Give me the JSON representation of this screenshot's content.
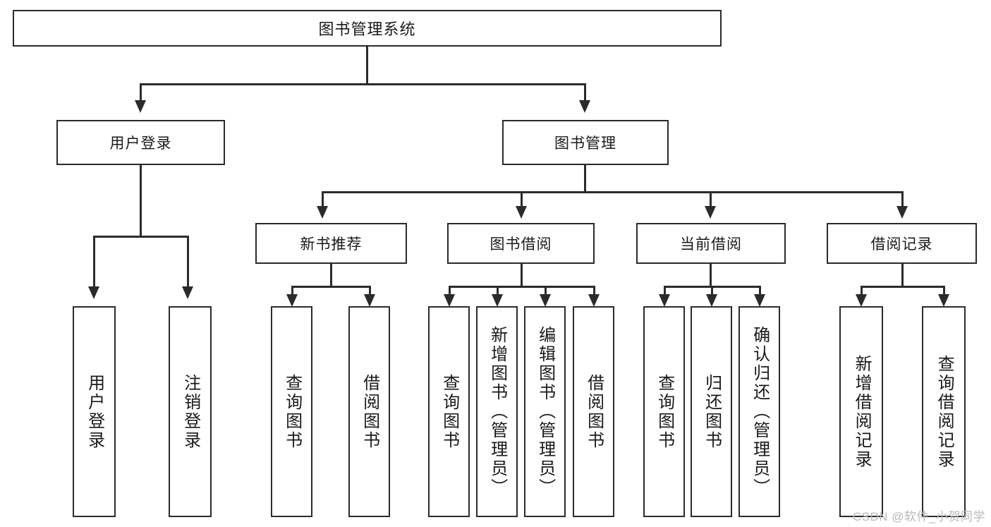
{
  "diagram": {
    "title": "图书管理系统",
    "watermark": "CSDN @软件_小贺同学",
    "root": {
      "label": "图书管理系统"
    },
    "level1": [
      {
        "key": "user-login",
        "label": "用户登录"
      },
      {
        "key": "book-manage",
        "label": "图书管理"
      }
    ],
    "level2": [
      {
        "key": "new-book-recommend",
        "label": "新书推荐"
      },
      {
        "key": "book-borrow",
        "label": "图书借阅"
      },
      {
        "key": "current-borrow",
        "label": "当前借阅"
      },
      {
        "key": "borrow-record",
        "label": "借阅记录"
      }
    ],
    "leaves": {
      "user_login": [
        {
          "key": "user-login-leaf",
          "label": "用户登录"
        },
        {
          "key": "user-logout-leaf",
          "label": "注销登录"
        }
      ],
      "new_book_recommend": [
        {
          "key": "query-book-1",
          "label": "查询图书"
        },
        {
          "key": "borrow-book-1",
          "label": "借阅图书"
        }
      ],
      "book_borrow": [
        {
          "key": "query-book-2",
          "label": "查询图书"
        },
        {
          "key": "add-book-admin",
          "label": "新增图书（管理员）"
        },
        {
          "key": "edit-book-admin",
          "label": "编辑图书（管理员）"
        },
        {
          "key": "borrow-book-2",
          "label": "借阅图书"
        }
      ],
      "current_borrow": [
        {
          "key": "query-book-3",
          "label": "查询图书"
        },
        {
          "key": "return-book",
          "label": "归还图书"
        },
        {
          "key": "confirm-return-admin",
          "label": "确认归还（管理员）"
        }
      ],
      "borrow_record": [
        {
          "key": "add-borrow-record",
          "label": "新增借阅记录"
        },
        {
          "key": "query-borrow-record",
          "label": "查询借阅记录"
        }
      ]
    },
    "colors": {
      "stroke": "#2b2b2b",
      "fill": "#ffffff",
      "text": "#1a1a1a",
      "watermark": "#b9b9b9"
    }
  }
}
